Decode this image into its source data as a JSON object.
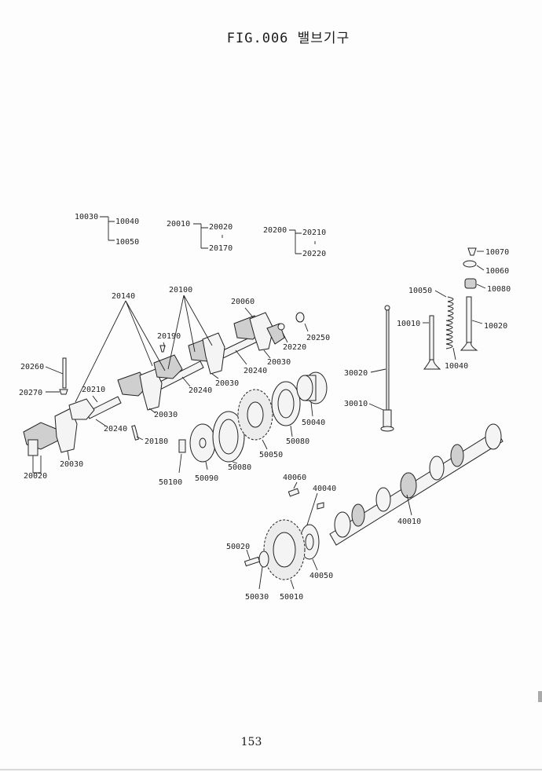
{
  "figure": {
    "title": "FIG.006 밸브기구",
    "page_number": "153"
  },
  "group_labels": {
    "g10030": "10030",
    "g10040": "10040",
    "g10050": "10050",
    "g20010": "20010",
    "g20020a": "20020",
    "g20170": "20170",
    "g20200": "20200",
    "g20210a": "20210",
    "g20220a": "20220"
  },
  "part_labels": {
    "p10070": "10070",
    "p10060": "10060",
    "p10080": "10080",
    "p10050": "10050",
    "p10010": "10010",
    "p10020": "10020",
    "p10040": "10040",
    "p20140": "20140",
    "p20100": "20100",
    "p20060": "20060",
    "p20250": "20250",
    "p20220": "20220",
    "p20190": "20190",
    "p20240a": "20240",
    "p20030a": "20030",
    "p20260": "20260",
    "p20270": "20270",
    "p20210": "20210",
    "p20240b": "20240",
    "p20030b": "20030",
    "p20240c": "20240",
    "p20030c": "20030",
    "p20180": "20180",
    "p20020": "20020",
    "p20030d": "20030",
    "p30020": "30020",
    "p30010": "30010",
    "p50040": "50040",
    "p50080a": "50080",
    "p50050": "50050",
    "p50080b": "50080",
    "p50090": "50090",
    "p50100": "50100",
    "p40060": "40060",
    "p40040": "40040",
    "p40010": "40010",
    "p50020": "50020",
    "p40050": "40050",
    "p50030": "50030",
    "p50010": "50010"
  }
}
